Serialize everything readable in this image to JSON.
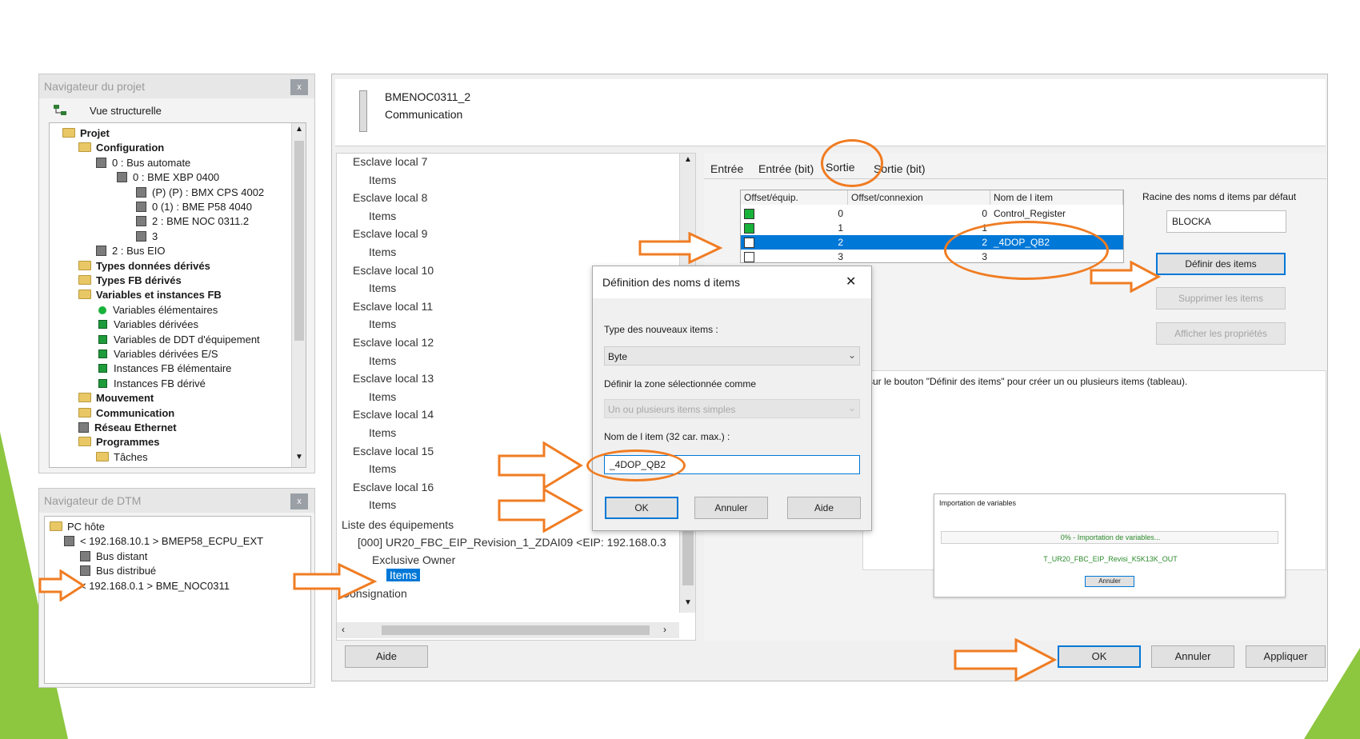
{
  "project_nav": {
    "title": "Navigateur du projet",
    "view_label": "Vue structurelle",
    "close": "x",
    "tree": [
      {
        "label": "Projet",
        "bold": true
      },
      {
        "label": "Configuration",
        "bold": true
      },
      {
        "label": "0 : Bus automate",
        "bold": false
      },
      {
        "label": "0 : BME XBP 0400",
        "bold": false
      },
      {
        "label": "(P) (P) : BMX CPS 4002",
        "bold": false
      },
      {
        "label": "0 (1) : BME P58 4040",
        "bold": false
      },
      {
        "label": "2 : BME NOC 0311.2",
        "bold": false
      },
      {
        "label": "3",
        "bold": false
      },
      {
        "label": "2 : Bus EIO",
        "bold": false
      },
      {
        "label": "Types données dérivés",
        "bold": true
      },
      {
        "label": "Types FB dérivés",
        "bold": true
      },
      {
        "label": "Variables et instances FB",
        "bold": true
      },
      {
        "label": "Variables élémentaires",
        "bold": false
      },
      {
        "label": "Variables dérivées",
        "bold": false
      },
      {
        "label": "Variables de DDT d'équipement",
        "bold": false
      },
      {
        "label": "Variables dérivées E/S",
        "bold": false
      },
      {
        "label": "Instances FB élémentaire",
        "bold": false
      },
      {
        "label": "Instances FB dérivé",
        "bold": false
      },
      {
        "label": "Mouvement",
        "bold": true
      },
      {
        "label": "Communication",
        "bold": true
      },
      {
        "label": "Réseau Ethernet",
        "bold": true
      },
      {
        "label": "Programmes",
        "bold": true
      },
      {
        "label": "Tâches",
        "bold": false
      }
    ]
  },
  "dtm_nav": {
    "title": "Navigateur de DTM",
    "close": "x",
    "tree": [
      {
        "label": "PC hôte"
      },
      {
        "label": "< 192.168.10.1 > BMEP58_ECPU_EXT"
      },
      {
        "label": "Bus distant"
      },
      {
        "label": "Bus distribué"
      },
      {
        "label": "< 192.168.0.1 > BME_NOC0311"
      }
    ]
  },
  "module": {
    "name": "BMENOC0311_2",
    "subtitle": "Communication"
  },
  "device_list": {
    "items": [
      "Esclave local 7",
      "Items",
      "Esclave local 8",
      "Items",
      "Esclave local 9",
      "Items",
      "Esclave local 10",
      "Items",
      "Esclave local 11",
      "Items",
      "Esclave local 12",
      "Items",
      "Esclave local 13",
      "Items",
      "Esclave local 14",
      "Items",
      "Esclave local 15",
      "Items",
      "Esclave local 16",
      "Items"
    ],
    "section": "Liste des équipements",
    "device": "[000] UR20_FBC_EIP_Revision_1_ZDAI09 <EIP: 192.168.0.3",
    "owner": "Exclusive Owner",
    "selected_item": "Items",
    "consignation": "Consignation"
  },
  "tabs": [
    "Entrée",
    "Entrée (bit)",
    "Sortie",
    "Sortie (bit)"
  ],
  "grid": {
    "headers": [
      "Offset/équip.",
      "Offset/connexion",
      "Nom de l item"
    ],
    "rows": [
      {
        "offset_eq": "0",
        "offset_conn": "0",
        "name": "Control_Register"
      },
      {
        "offset_eq": "1",
        "offset_conn": "1",
        "name": ""
      },
      {
        "offset_eq": "2",
        "offset_conn": "2",
        "name": "_4DOP_QB2"
      },
      {
        "offset_eq": "3",
        "offset_conn": "3",
        "name": ""
      }
    ]
  },
  "right_side": {
    "root_label": "Racine des noms d items par défaut",
    "root_value": "BLOCKA",
    "define_btn": "Définir des items",
    "delete_btn": "Supprimer les items",
    "props_btn": "Afficher les propriétés",
    "hint": "sur le bouton \"Définir des items\" pour créer un ou plusieurs items (tableau)."
  },
  "dialog": {
    "title": "Définition des noms d items",
    "close": "✕",
    "type_label": "Type des nouveaux items :",
    "type_value": "Byte",
    "zone_label": "Définir la zone sélectionnée comme",
    "zone_value": "Un ou plusieurs items simples",
    "name_label": "Nom de l item (32 car. max.) :",
    "name_value": "_4DOP_QB2",
    "ok": "OK",
    "cancel": "Annuler",
    "help": "Aide"
  },
  "import_popup": {
    "title": "Importation de variables",
    "progress": "0% - Importation de variables...",
    "file": "T_UR20_FBC_EIP_Revisi_K5K13K_OUT",
    "cancel": "Annuler"
  },
  "bottom": {
    "help": "Aide",
    "ok": "OK",
    "cancel": "Annuler",
    "apply": "Appliquer"
  },
  "colors": {
    "annotation_orange": "#f07c22",
    "selection_blue": "#0078d7",
    "slide_green": "#8dc63f"
  }
}
